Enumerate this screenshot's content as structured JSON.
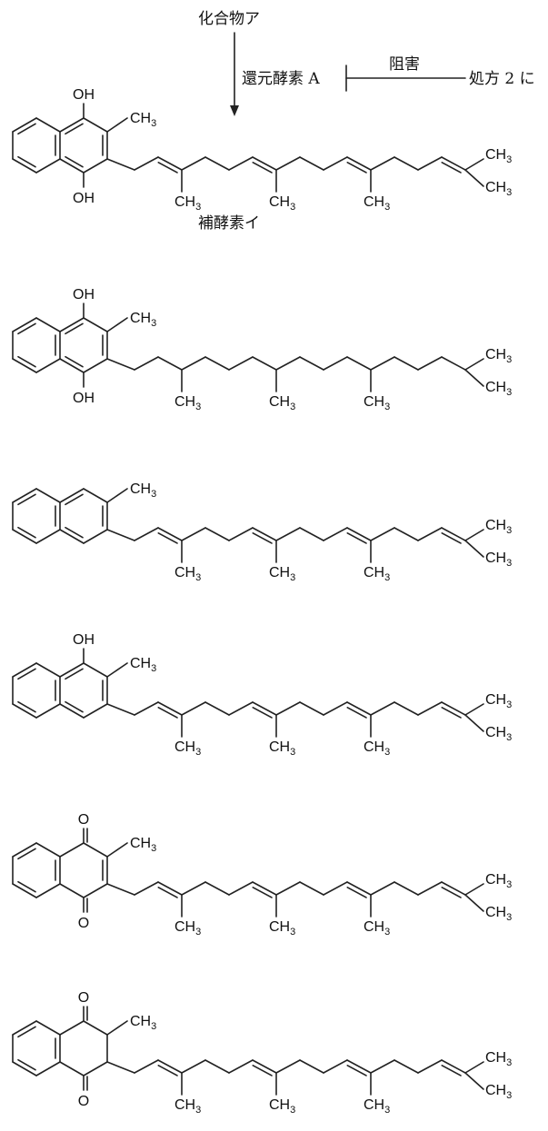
{
  "pathway": {
    "compound_label": "化合物ア",
    "enzyme_label": "還元酵素 A",
    "inhibit_label": "阻害",
    "prescription_label": "処方 2 に",
    "cofactor_label": "補酵素イ"
  },
  "atoms": {
    "oh": "OH",
    "o": "O",
    "ch": "CH",
    "sub3": "3"
  },
  "structures": [
    {
      "id": "s1",
      "ring": "hydroquinone",
      "top": "OH",
      "bottom": "OH",
      "chain": "unsaturated"
    },
    {
      "id": "s2",
      "ring": "hydroquinone",
      "top": "OH",
      "bottom": "OH",
      "chain": "saturated"
    },
    {
      "id": "s3",
      "ring": "naphthalene",
      "top": "",
      "bottom": "",
      "chain": "unsaturated"
    },
    {
      "id": "s4",
      "ring": "naphthol",
      "top": "OH",
      "bottom": "",
      "chain": "unsaturated"
    },
    {
      "id": "s5",
      "ring": "quinone",
      "top": "O",
      "bottom": "O",
      "chain": "unsaturated"
    },
    {
      "id": "s6",
      "ring": "dione",
      "top": "O",
      "bottom": "O",
      "chain": "unsaturated"
    }
  ],
  "colors": {
    "ink": "#222222",
    "background": "#ffffff"
  }
}
